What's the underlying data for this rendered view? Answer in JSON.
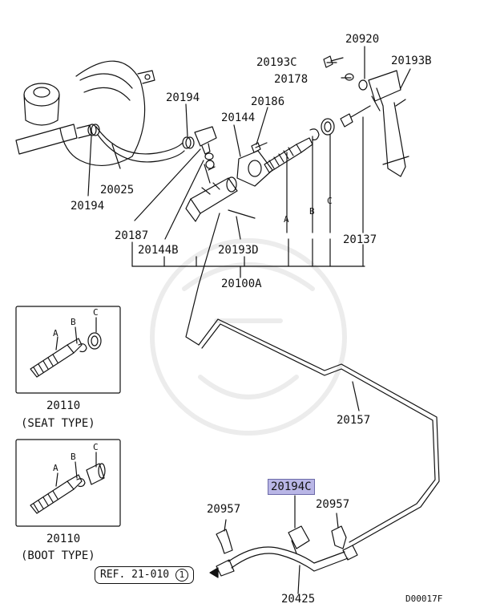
{
  "diagram_id": "D00017F",
  "reference": "REF. 21-010",
  "reference_circle": "1",
  "highlight_color": "#b9b6e6",
  "parts": {
    "p20920": "20920",
    "p20193C": "20193C",
    "p20193B": "20193B",
    "p20178": "20178",
    "p20194_top": "20194",
    "p20186": "20186",
    "p20144": "20144",
    "p20025": "20025",
    "p20194_bottom": "20194",
    "p20187": "20187",
    "p20144B": "20144B",
    "p20193D": "20193D",
    "p20137": "20137",
    "p20100A": "20100A",
    "p20157": "20157",
    "p20194C": "20194C",
    "p20957_left": "20957",
    "p20957_right": "20957",
    "p20425": "20425"
  },
  "callouts": {
    "a": "A",
    "b": "B",
    "c": "C"
  },
  "insets": [
    {
      "part": "20110",
      "type": "(SEAT TYPE)",
      "a": "A",
      "b": "B",
      "c": "C"
    },
    {
      "part": "20110",
      "type": "(BOOT TYPE)",
      "a": "A",
      "b": "B",
      "c": "C"
    }
  ]
}
